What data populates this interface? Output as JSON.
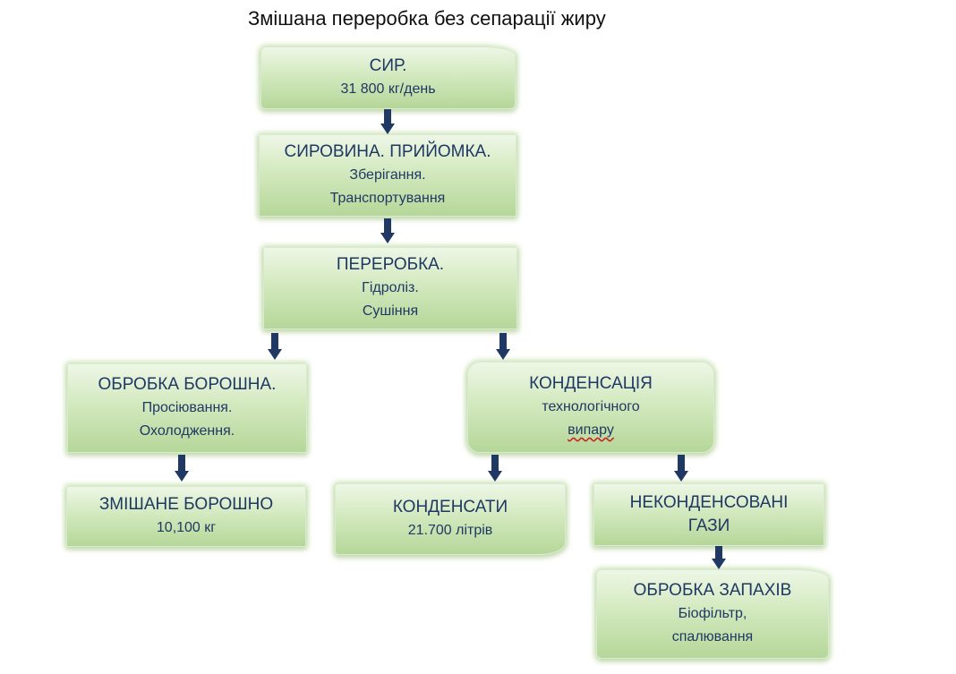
{
  "title": "Змішана переробка без сепарації жиру",
  "boxes": {
    "cheese": {
      "heading": "СИР.",
      "line1": "31 800 кг/день"
    },
    "raw": {
      "heading": "СИРОВИНА.  ПРИЙОМКА.",
      "line1": "Зберігання.",
      "line2": "Транспортування"
    },
    "processing": {
      "heading": "ПЕРЕРОБКА.",
      "line1": "Гідроліз.",
      "line2": "Сушіння"
    },
    "flour_processing": {
      "heading": "ОБРОБКА БОРОШНА.",
      "line1": "Просіювання.",
      "line2": "Охолодження."
    },
    "condensation": {
      "heading": "КОНДЕНСАЦІЯ",
      "line1": "технологічного",
      "line2": "випару"
    },
    "mixed_flour": {
      "heading": "ЗМІШАНЕ БОРОШНО",
      "line1": "10,100 кг"
    },
    "condensates": {
      "heading": "КОНДЕНСАТИ",
      "line1": "21.700 літрів"
    },
    "non_condensed": {
      "heading": "НЕКОНДЕНСОВАНІ",
      "line1": "ГАЗИ"
    },
    "odor_treatment": {
      "heading": "ОБРОБКА ЗАПАХІВ",
      "line1": "Біофільтр,",
      "line2": "спалювання"
    }
  },
  "colors": {
    "box_text": "#1f3864",
    "arrow": "#1f3864",
    "box_fill_top": "#eef7e6",
    "box_fill_bottom": "#b5d799",
    "title_text": "#111111"
  }
}
